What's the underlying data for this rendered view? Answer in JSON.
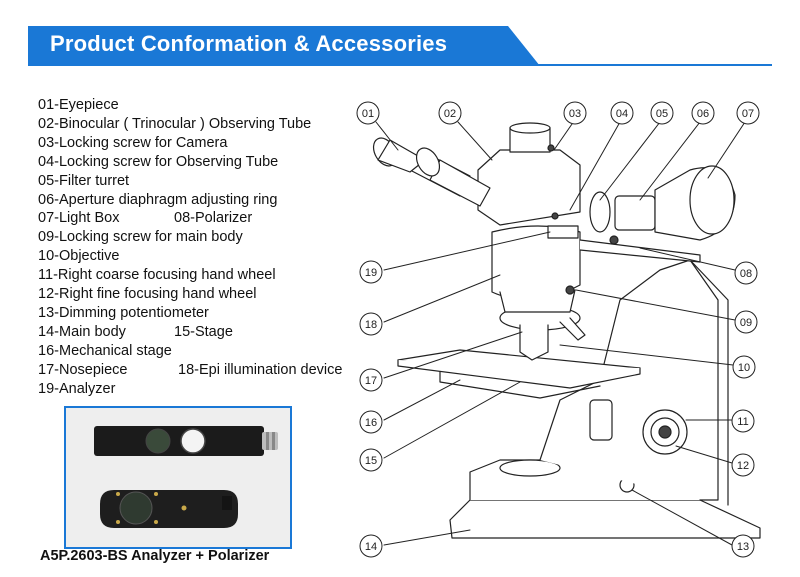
{
  "banner": {
    "title": "Product Conformation & Accessories"
  },
  "parts": [
    {
      "code": "01",
      "name": "Eyepiece"
    },
    {
      "code": "02",
      "name": "Binocular ( Trinocular ) Observing Tube"
    },
    {
      "code": "03",
      "name": "Locking screw for Camera"
    },
    {
      "code": "04",
      "name": "Locking screw for Observing Tube"
    },
    {
      "code": "05",
      "name": "Filter turret"
    },
    {
      "code": "06",
      "name": "Aperture diaphragm adjusting ring"
    },
    {
      "code": "07",
      "name": "Light Box"
    },
    {
      "code": "08",
      "name": "Polarizer"
    },
    {
      "code": "09",
      "name": "Locking screw for main body"
    },
    {
      "code": "10",
      "name": "Objective"
    },
    {
      "code": "11",
      "name": "Right coarse focusing hand wheel"
    },
    {
      "code": "12",
      "name": "Right fine focusing hand wheel"
    },
    {
      "code": "13",
      "name": "Dimming potentiometer"
    },
    {
      "code": "14",
      "name": "Main body"
    },
    {
      "code": "15",
      "name": "Stage"
    },
    {
      "code": "16",
      "name": "Mechanical stage"
    },
    {
      "code": "17",
      "name": "Nosepiece"
    },
    {
      "code": "18",
      "name": "Epi illumination device"
    },
    {
      "code": "19",
      "name": "Analyzer"
    }
  ],
  "photo": {
    "caption": "A5P.2603-BS Analyzer + Polarizer"
  },
  "callouts": [
    "01",
    "02",
    "03",
    "04",
    "05",
    "06",
    "07",
    "08",
    "09",
    "10",
    "11",
    "12",
    "13",
    "14",
    "15",
    "16",
    "17",
    "18",
    "19"
  ],
  "colors": {
    "accent": "#1a78d6",
    "text": "#111111",
    "line": "#222222"
  }
}
